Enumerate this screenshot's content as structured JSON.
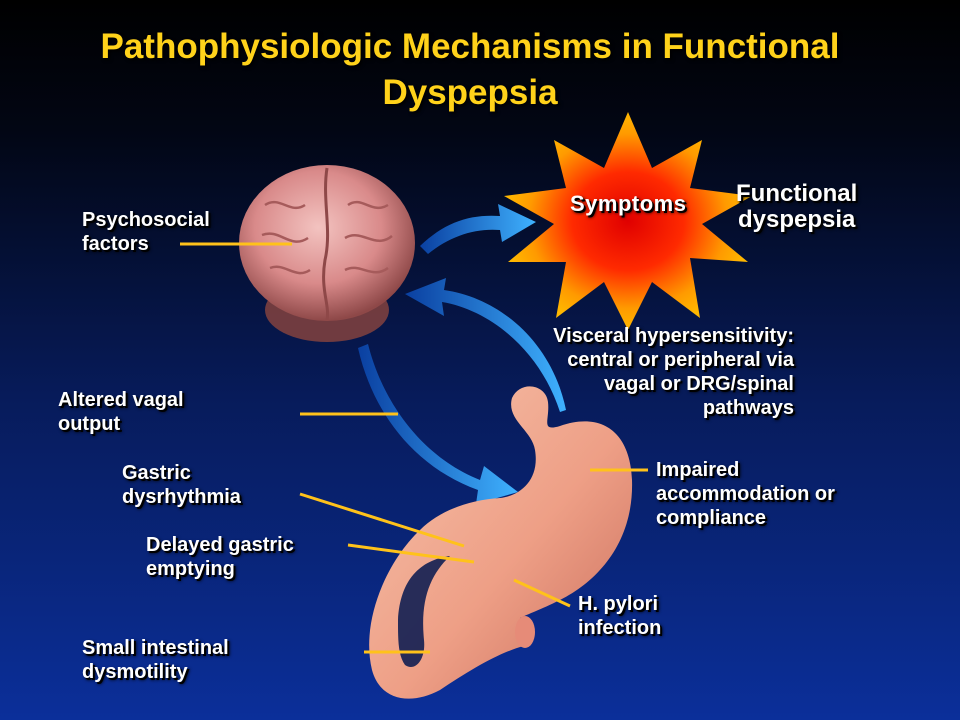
{
  "title": {
    "line1": "Pathophysiologic Mechanisms in Functional",
    "line2": "Dyspepsia"
  },
  "labels": {
    "psychosocial": [
      "Psychosocial",
      "factors"
    ],
    "symptoms": "Symptoms",
    "functional_dyspepsia": [
      "Functional",
      "dyspepsia"
    ],
    "visceral": [
      "Visceral hypersensitivity:",
      "central or peripheral via",
      "vagal or DRG/spinal",
      "pathways"
    ],
    "vagal": [
      "Altered vagal",
      "output"
    ],
    "dysrhythmia": [
      "Gastric",
      "dysrhythmia"
    ],
    "accommodation": [
      "Impaired",
      "accommodation or",
      "compliance"
    ],
    "emptying": [
      "Delayed gastric",
      "emptying"
    ],
    "pylori": [
      "H. pylori",
      "infection"
    ],
    "intestinal": [
      "Small intestinal",
      "dysmotility"
    ]
  },
  "colors": {
    "title": "#ffd21a",
    "leader_line": "#ffc21a",
    "arrow": "#1e90e8",
    "burst_outer": "#ff8a00",
    "burst_inner": "#e01010",
    "brain": "#d98a8a",
    "stomach": "#f2a88f"
  },
  "icons": [
    "brain-illustration",
    "symptom-burst",
    "stomach-illustration",
    "curved-arrow"
  ]
}
